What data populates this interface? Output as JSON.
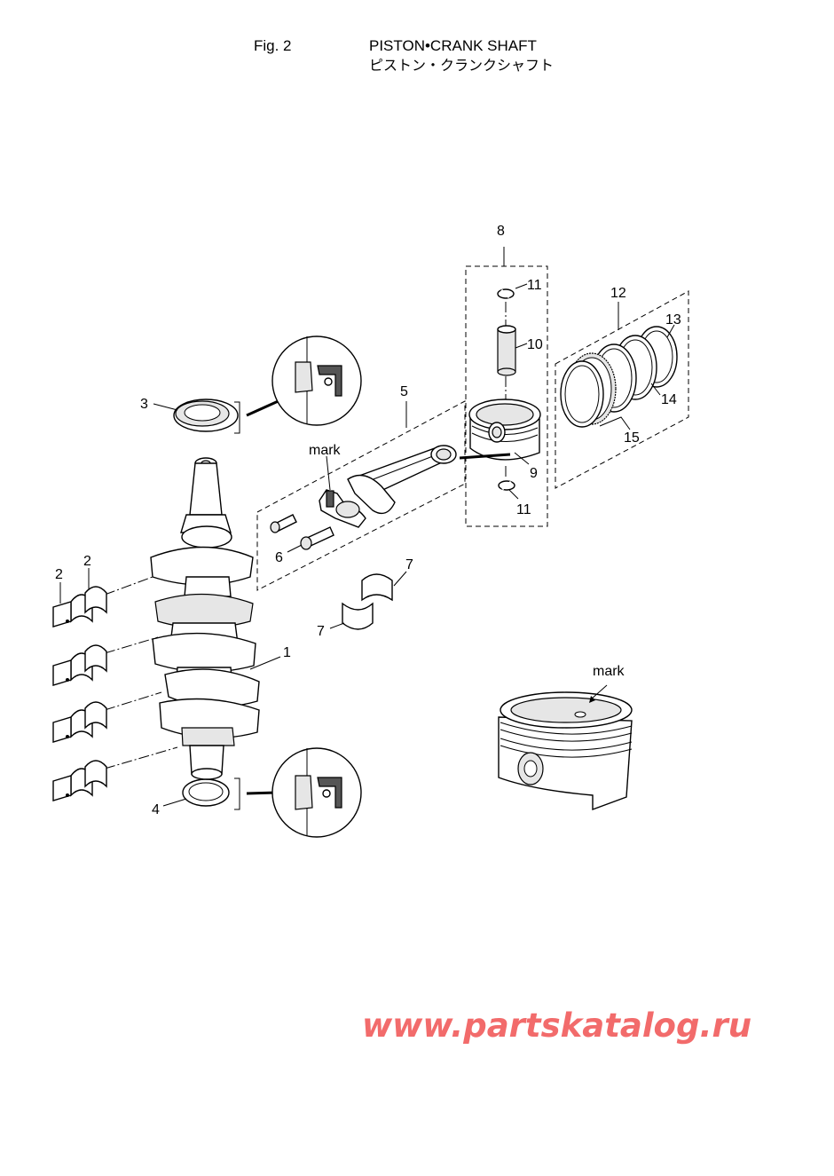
{
  "header": {
    "fig_label": "Fig. 2",
    "title_en": "PISTON•CRANK SHAFT",
    "title_jp": "ピストン・クランクシャフト"
  },
  "callouts": {
    "c1": "1",
    "c2a": "2",
    "c2b": "2",
    "c3": "3",
    "c4": "4",
    "c5": "5",
    "c6": "6",
    "c7a": "7",
    "c7b": "7",
    "c8": "8",
    "c9": "9",
    "c10": "10",
    "c11a": "11",
    "c11b": "11",
    "c12": "12",
    "c13": "13",
    "c14": "14",
    "c15": "15",
    "mark_rod": "mark",
    "mark_piston": "mark"
  },
  "watermark": "www.partskatalog.ru"
}
